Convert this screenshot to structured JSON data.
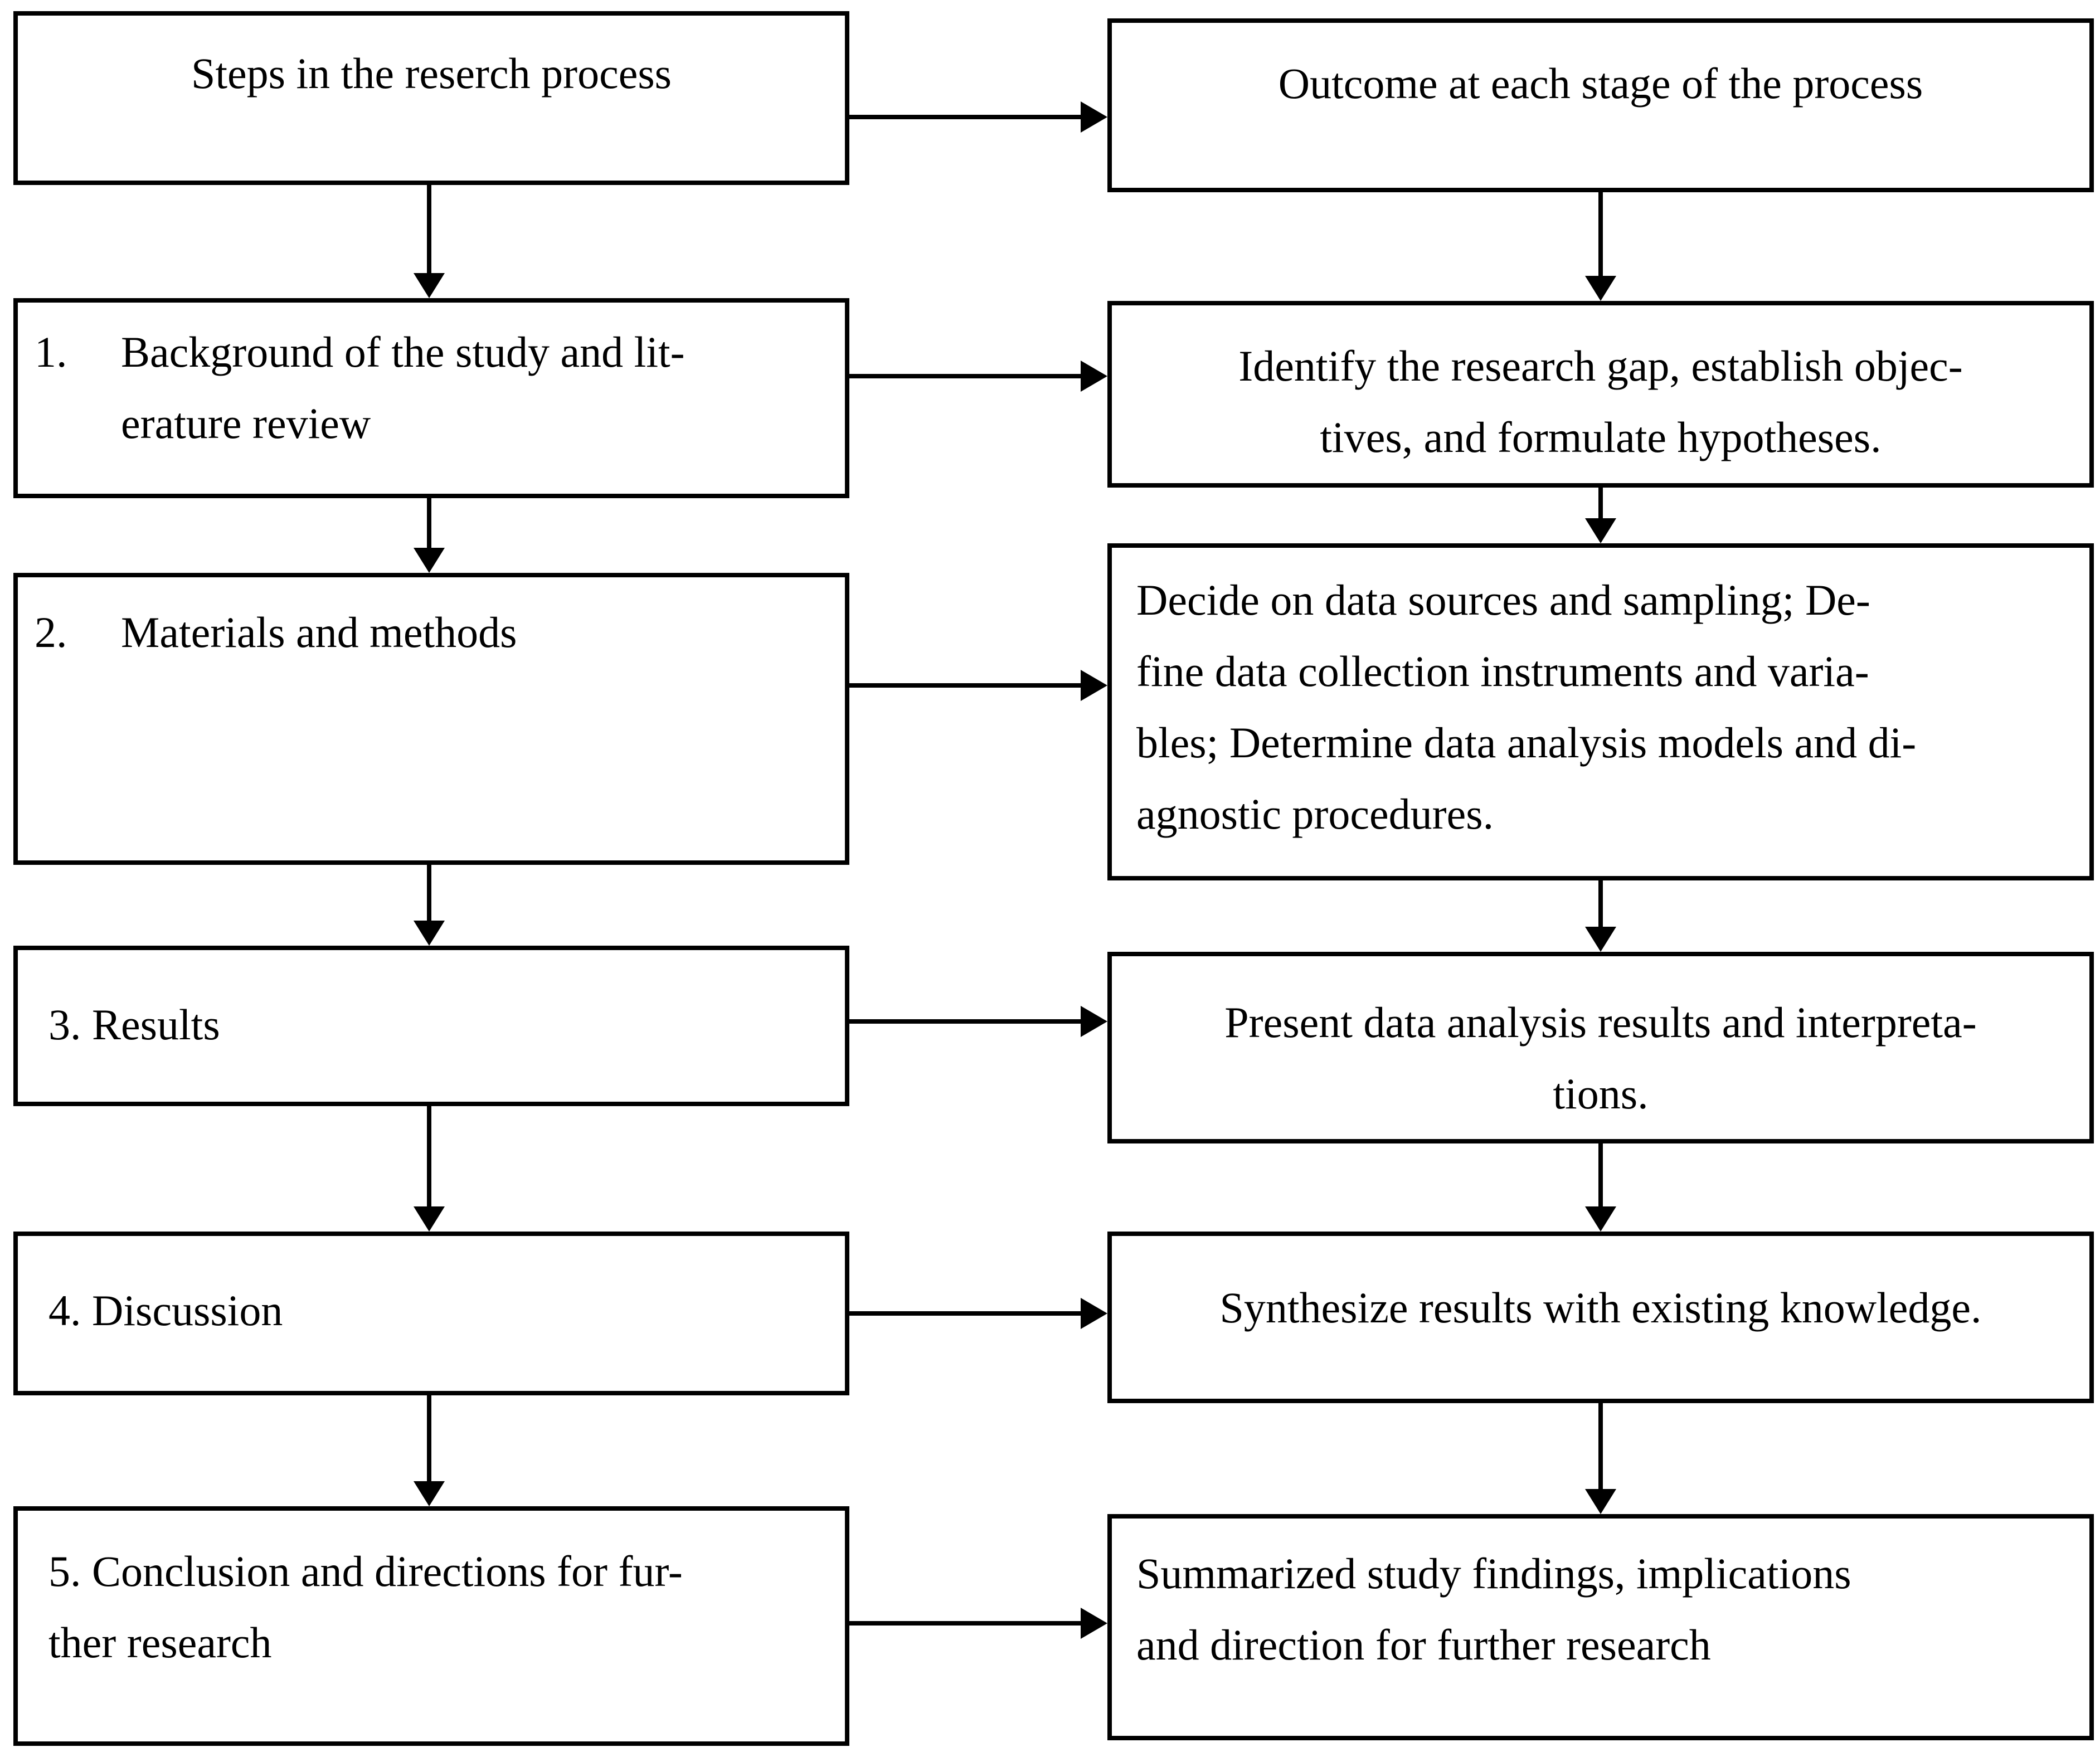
{
  "flowchart": {
    "steps_column": {
      "header": "Steps in the reserch process",
      "items": [
        {
          "number": "1.",
          "text": "Background of the study and lit-\nerature review"
        },
        {
          "number": "2.",
          "text": "Materials and methods"
        },
        {
          "number": "",
          "text": "3. Results"
        },
        {
          "number": "",
          "text": "4. Discussion"
        },
        {
          "number": "",
          "text": "5. Conclusion and directions for fur-\nther research"
        }
      ]
    },
    "outcome_column": {
      "header": "Outcome at each stage of the process",
      "items": [
        {
          "text": "Identify the research gap, establish objec-\ntives, and formulate hypotheses."
        },
        {
          "text": "Decide on data sources and sampling; De-\nfine data collection instruments and varia-\nbles; Determine data analysis models and di-\nagnostic procedures."
        },
        {
          "text": "Present data analysis results and interpreta-\ntions."
        },
        {
          "text": "Synthesize results with existing knowledge."
        },
        {
          "text": "Summarized study findings, implications\nand direction for further research"
        }
      ]
    },
    "colors": {
      "line": "#000000",
      "background": "#ffffff"
    }
  }
}
